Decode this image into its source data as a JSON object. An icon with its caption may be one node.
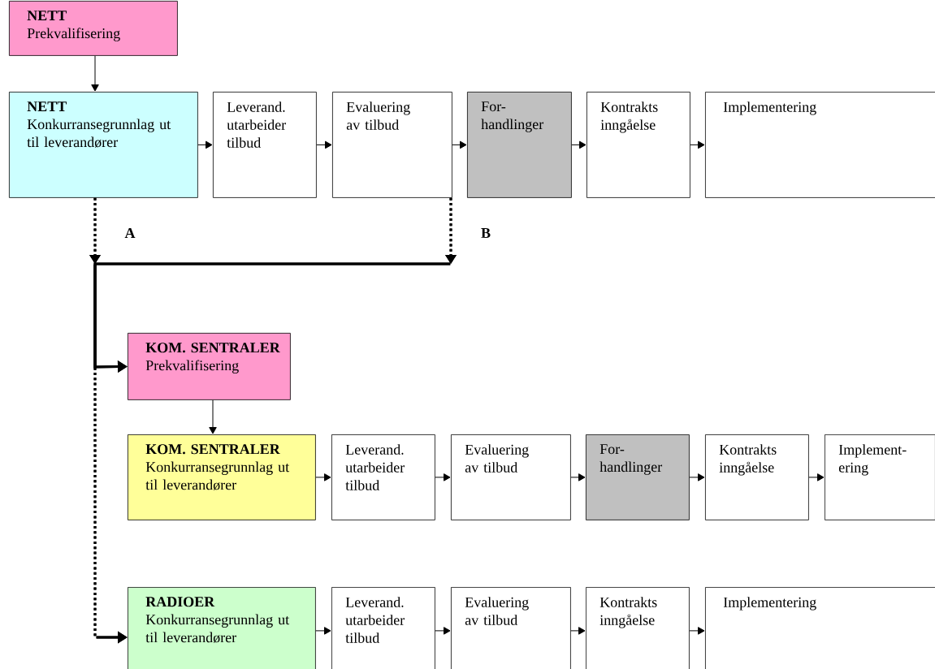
{
  "diagram": {
    "nodes": [
      {
        "text": [
          "NETT",
          "Prekvalifisering"
        ]
      },
      {
        "text": [
          "NETT",
          "Konkurransegrunnlag ut til leverandører"
        ]
      },
      {
        "text": [
          "Leverand. utarbeider tilbud"
        ]
      },
      {
        "text": [
          "Evaluering av tilbud"
        ]
      },
      {
        "text": [
          "For- handlinger"
        ]
      },
      {
        "text": [
          "Kontrakts inngåelse"
        ]
      },
      {
        "text": [
          "Implementering"
        ]
      },
      {
        "text": [
          "KOM. SENTRALER",
          "Prekvalifisering"
        ]
      },
      {
        "text": [
          "KOM. SENTRALER",
          "Konkurransegrunnlag ut til leverandører"
        ]
      },
      {
        "text": [
          "Leverand. utarbeider tilbud"
        ]
      },
      {
        "text": [
          "Evaluering av tilbud"
        ]
      },
      {
        "text": [
          "For- handlinger"
        ]
      },
      {
        "text": [
          "Kontrakts inngåelse"
        ]
      },
      {
        "text": [
          "Implement- ering"
        ]
      },
      {
        "text": [
          "RADIOER",
          "Konkurransegrunnlag ut til leverandører"
        ]
      },
      {
        "text": [
          "Leverand. utarbeider tilbud"
        ]
      },
      {
        "text": [
          "Evaluering av tilbud"
        ]
      },
      {
        "text": [
          "Kontrakts inngåelse"
        ]
      },
      {
        "text": [
          "Implementering"
        ]
      }
    ],
    "edges": [
      {
        "from": 0,
        "to": 1,
        "arrow": "to"
      },
      {
        "from": 1,
        "to": 2,
        "arrow": "to"
      },
      {
        "from": 2,
        "to": 3,
        "arrow": "to"
      },
      {
        "from": 3,
        "to": 4,
        "arrow": "to"
      },
      {
        "from": 4,
        "to": 5,
        "arrow": "to"
      },
      {
        "from": 5,
        "to": 6,
        "arrow": "to"
      },
      {
        "from": 1,
        "to": 7,
        "arrow": "to",
        "style": "dashed",
        "label": "A"
      },
      {
        "from": 3,
        "to": 7,
        "arrow": "to",
        "style": "dashed",
        "label": "B"
      },
      {
        "from": 1,
        "to": 14,
        "arrow": "to",
        "style": "dashed"
      },
      {
        "from": 3,
        "to": 14,
        "arrow": "to",
        "style": "dashed"
      },
      {
        "from": 7,
        "to": 8,
        "arrow": "to"
      },
      {
        "from": 8,
        "to": 9,
        "arrow": "to"
      },
      {
        "from": 9,
        "to": 10,
        "arrow": "to"
      },
      {
        "from": 10,
        "to": 11,
        "arrow": "to"
      },
      {
        "from": 11,
        "to": 12,
        "arrow": "to"
      },
      {
        "from": 12,
        "to": 13,
        "arrow": "to"
      },
      {
        "from": 14,
        "to": 15,
        "arrow": "to"
      },
      {
        "from": 15,
        "to": 16,
        "arrow": "to"
      },
      {
        "from": 16,
        "to": 17,
        "arrow": "to"
      },
      {
        "from": 17,
        "to": 18,
        "arrow": "to"
      }
    ]
  }
}
